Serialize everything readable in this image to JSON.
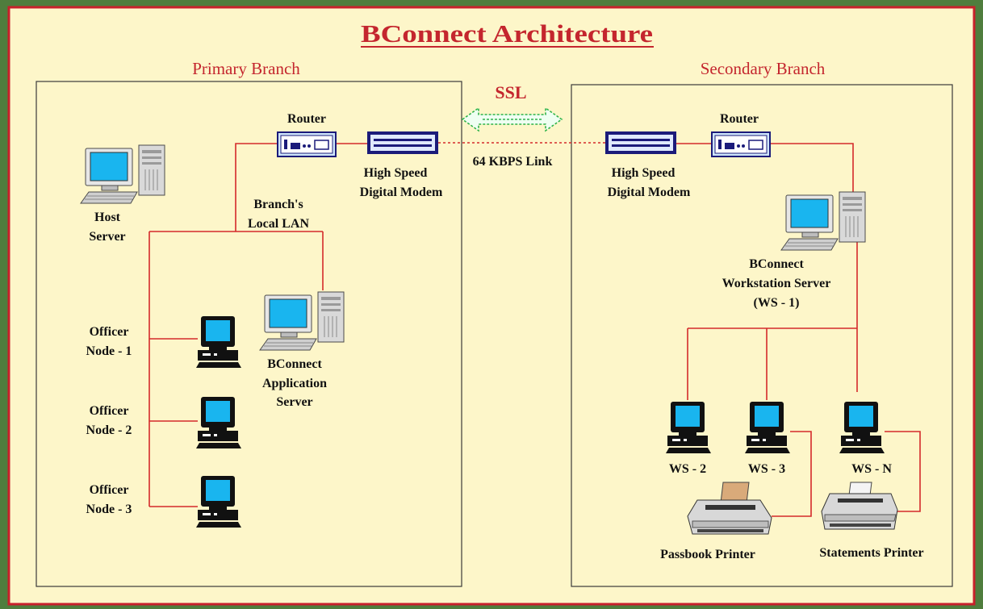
{
  "title": "BConnect Architecture",
  "primary_branch": {
    "label": "Primary Branch",
    "router_label": "Router",
    "modem_label": [
      "High Speed",
      "Digital Modem"
    ],
    "host_server_label": [
      "Host",
      "Server"
    ],
    "lan_label": [
      "Branch's",
      "Local LAN"
    ],
    "app_server_label": [
      "BConnect",
      "Application",
      "Server"
    ],
    "officer_nodes": [
      {
        "lines": [
          "Officer",
          "Node - 1"
        ]
      },
      {
        "lines": [
          "Officer",
          "Node - 2"
        ]
      },
      {
        "lines": [
          "Officer",
          "Node - 3"
        ]
      }
    ]
  },
  "link": {
    "ssl_label": "SSL",
    "link_label": "64 KBPS Link"
  },
  "secondary_branch": {
    "label": "Secondary Branch",
    "router_label": "Router",
    "modem_label": [
      "High Speed",
      "Digital Modem"
    ],
    "workstation_server_label": [
      "BConnect",
      "Workstation Server",
      "(WS - 1)"
    ],
    "workstations": [
      "WS - 2",
      "WS - 3",
      "WS - N"
    ],
    "printers": [
      "Passbook Printer",
      "Statements Printer"
    ]
  },
  "colors": {
    "title_red": "#c4262e",
    "wire_red": "#d42a2a",
    "background_cream": "#fdf6c9",
    "screen_blue": "#19b5ef",
    "ssl_green": "#2fb34a"
  }
}
